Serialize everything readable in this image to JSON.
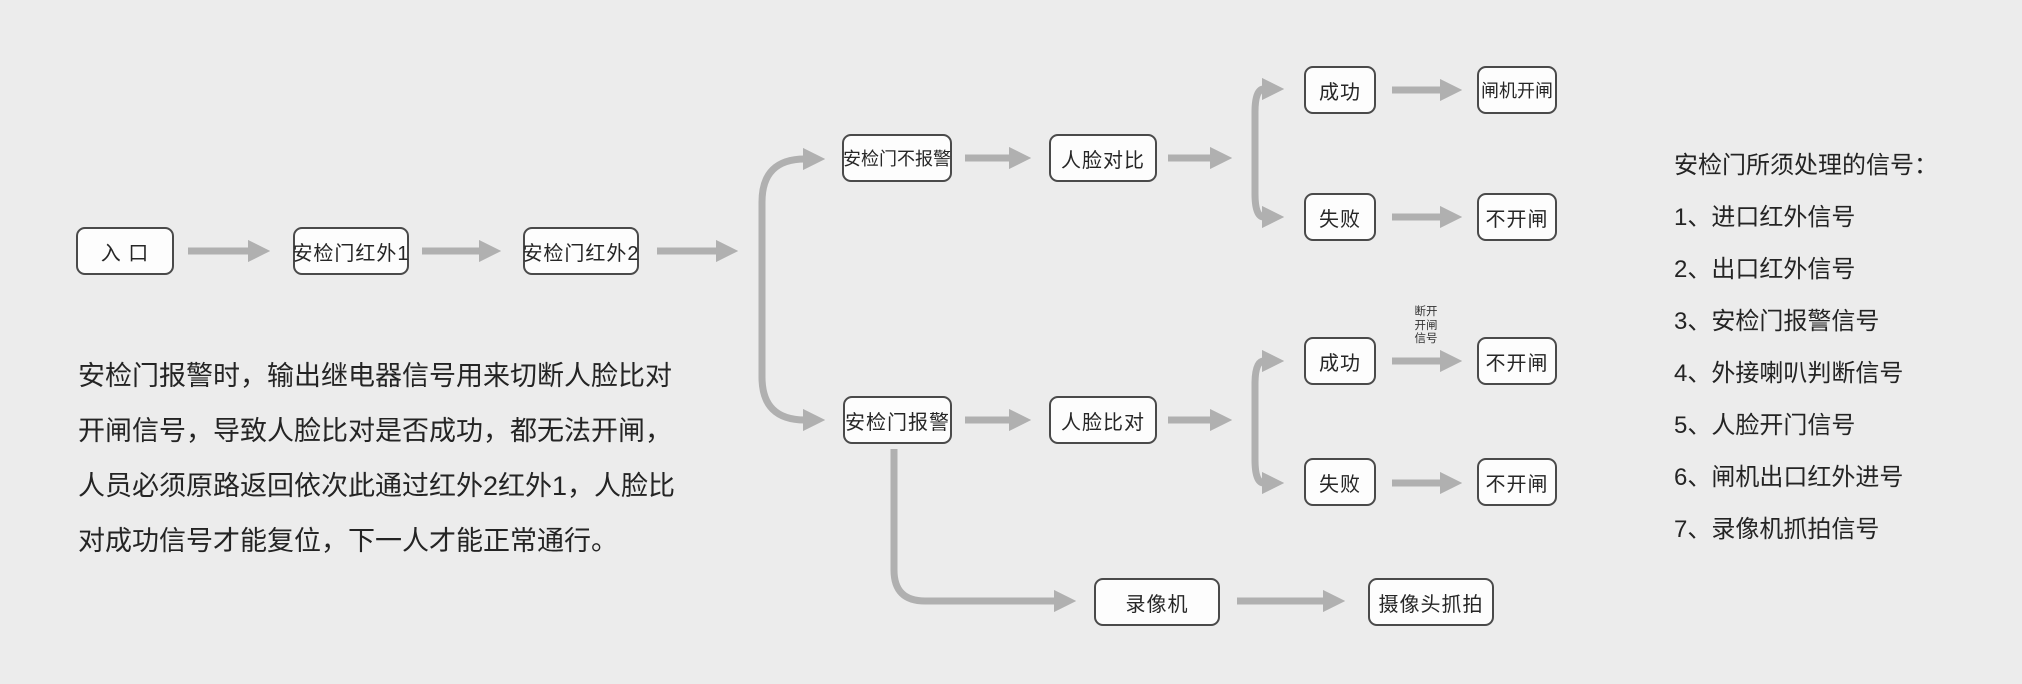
{
  "diagram": {
    "nodes": {
      "entrance": "入 口",
      "ir1": "安检门红外1",
      "ir2": "安检门红外2",
      "no_alarm": "安检门不报警",
      "face_compare_top": "人脸对比",
      "success_top": "成功",
      "gate_open": "闸机开闸",
      "fail_top": "失败",
      "no_open_top": "不开闸",
      "alarm": "安检门报警",
      "face_compare_bottom": "人脸比对",
      "success_bottom": "成功",
      "no_open_bottom1": "不开闸",
      "fail_bottom": "失败",
      "no_open_bottom2": "不开闸",
      "recorder": "录像机",
      "camera_capture": "摄像头抓拍"
    },
    "edge_label": {
      "lines": [
        "断开",
        "开闸",
        "信号"
      ]
    }
  },
  "note": {
    "lines": [
      "安检门报警时，输出继电器信号用来切断人脸比对",
      "开闸信号，导致人脸比对是否成功，都无法开闸，",
      "人员必须原路返回依次此通过红外2红外1，人脸比",
      "对成功信号才能复位，下一人才能正常通行。"
    ]
  },
  "signals": {
    "title": "安检门所须处理的信号：",
    "items": [
      "1、进口红外信号",
      "2、出口红外信号",
      "3、安检门报警信号",
      "4、外接喇叭判断信号",
      "5、人脸开门信号",
      "6、闸机出口红外进号",
      "7、录像机抓拍信号"
    ]
  },
  "colors": {
    "background": "#ececec",
    "node_fill": "#fdfdfd",
    "node_border": "#4a4a4a",
    "arrow": "#b0b0b0",
    "text": "#262626"
  }
}
